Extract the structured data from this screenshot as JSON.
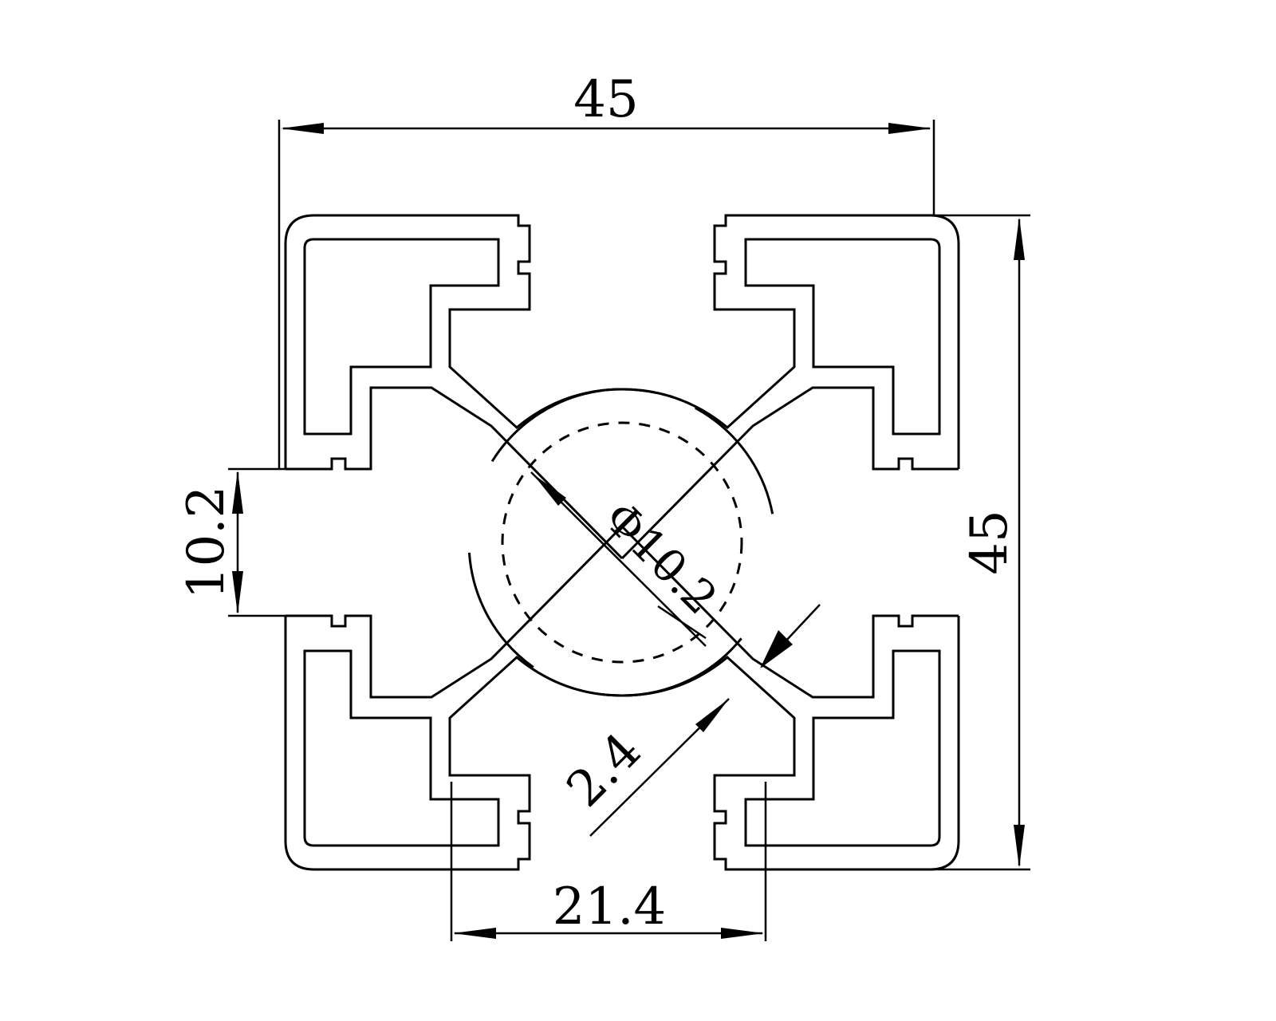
{
  "drawing": {
    "dimensions": {
      "top_width": "45",
      "right_height": "45",
      "slot_opening": "10.2",
      "center_bore": "Φ10.2",
      "web_thickness": "2.4",
      "core_width": "21.4"
    }
  },
  "colors": {
    "line": "#000000",
    "background": "#ffffff"
  }
}
